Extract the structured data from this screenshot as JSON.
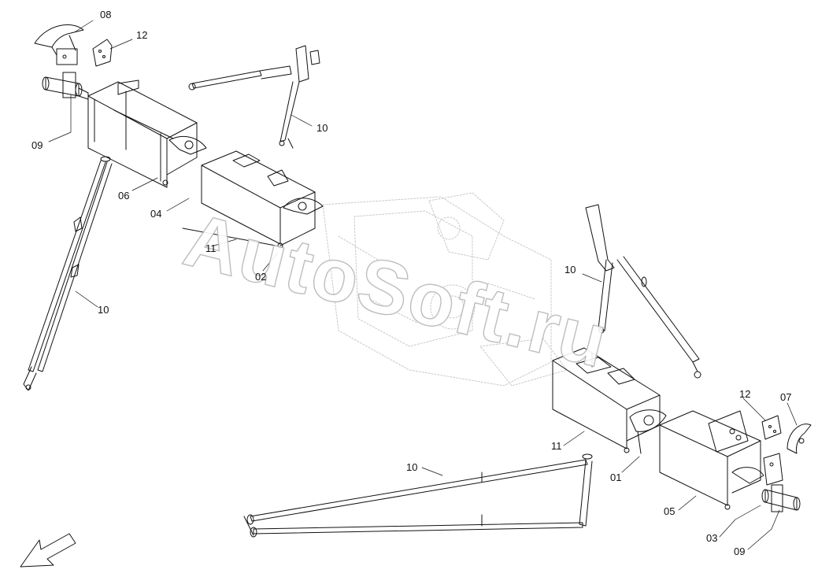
{
  "watermark": "AutoSoft.ru",
  "callouts": {
    "c08": "08",
    "c12_top": "12",
    "c09_left": "09",
    "c10_top": "10",
    "c06": "06",
    "c04": "04",
    "c11_left": "11",
    "c02": "02",
    "c10_left": "10",
    "c10_right": "10",
    "c12_right": "12",
    "c07": "07",
    "c11_right": "11",
    "c01": "01",
    "c10_bottom": "10",
    "c05": "05",
    "c03": "03",
    "c09_right": "09"
  },
  "colors": {
    "line": "#111111",
    "background": "#ffffff",
    "watermark_outline": "#b7b7b7",
    "background_part": "#c8c8c8"
  }
}
